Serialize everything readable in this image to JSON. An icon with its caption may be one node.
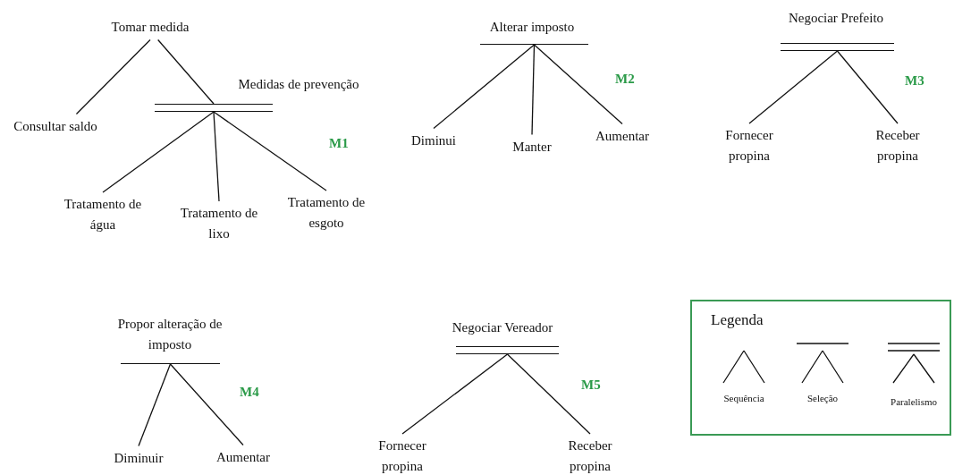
{
  "diagram": {
    "nodes": [
      {
        "text": [
          "Tomar medida"
        ]
      },
      {
        "text": [
          "Consultar saldo"
        ]
      },
      {
        "text": [
          "Medidas de prevenção"
        ]
      },
      {
        "text": [],
        "shape": "bar"
      },
      {
        "text": [
          "Tratamento de água"
        ]
      },
      {
        "text": [
          "Tratamento de lixo"
        ]
      },
      {
        "text": [
          "Tratamento de esgoto"
        ]
      },
      {
        "text": [
          "Alterar imposto"
        ]
      },
      {
        "text": [],
        "shape": "bar"
      },
      {
        "text": [
          "Diminui"
        ]
      },
      {
        "text": [
          "Manter"
        ]
      },
      {
        "text": [
          "Aumentar"
        ]
      },
      {
        "text": [
          "Negociar Prefeito"
        ]
      },
      {
        "text": [],
        "shape": "bar"
      },
      {
        "text": [
          "Fornecer propina"
        ]
      },
      {
        "text": [
          "Receber propina"
        ]
      },
      {
        "text": [
          "Propor alteração de imposto"
        ]
      },
      {
        "text": [],
        "shape": "bar"
      },
      {
        "text": [
          "Diminuir"
        ]
      },
      {
        "text": [
          "Aumentar"
        ]
      },
      {
        "text": [
          "Negociar Vereador"
        ]
      },
      {
        "text": [],
        "shape": "bar"
      },
      {
        "text": [
          "Fornecer propina"
        ]
      },
      {
        "text": [
          "Receber propina"
        ]
      }
    ],
    "edges": [
      {
        "from": 0,
        "to": 1,
        "arrow": "none"
      },
      {
        "from": 0,
        "to": 3,
        "arrow": "none"
      },
      {
        "from": 3,
        "to": 4,
        "arrow": "none"
      },
      {
        "from": 3,
        "to": 5,
        "arrow": "none"
      },
      {
        "from": 3,
        "to": 6,
        "arrow": "none"
      },
      {
        "from": 8,
        "to": 9,
        "arrow": "none"
      },
      {
        "from": 8,
        "to": 10,
        "arrow": "none"
      },
      {
        "from": 8,
        "to": 11,
        "arrow": "none"
      },
      {
        "from": 13,
        "to": 14,
        "arrow": "none"
      },
      {
        "from": 13,
        "to": 15,
        "arrow": "none"
      },
      {
        "from": 17,
        "to": 18,
        "arrow": "none"
      },
      {
        "from": 17,
        "to": 19,
        "arrow": "none"
      },
      {
        "from": 21,
        "to": 22,
        "arrow": "none"
      },
      {
        "from": 21,
        "to": 23,
        "arrow": "none"
      }
    ],
    "labels": [
      "M1",
      "M2",
      "M3",
      "M4",
      "M5",
      "Legenda"
    ],
    "legend": [
      {
        "text": "Sequência"
      },
      {
        "text": "Seleção"
      },
      {
        "text": "Paralelismo"
      }
    ]
  }
}
